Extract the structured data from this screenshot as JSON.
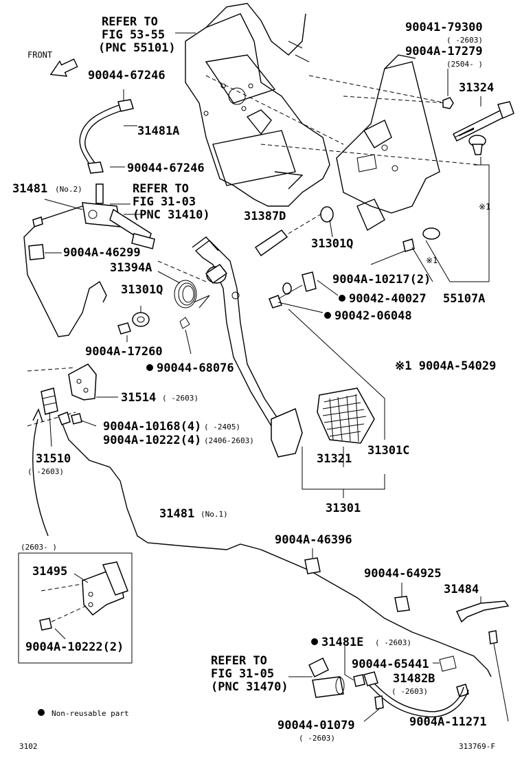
{
  "labels": {
    "refer_5355_1": "REFER TO",
    "refer_5355_2": "FIG 53-55",
    "refer_5355_3": "(PNC 55101)",
    "front": "FRONT",
    "p_90041_79300": "90041-79300",
    "p_90041_79300_r": "(      -2603)",
    "p_9004A_17279": "9004A-17279",
    "p_9004A_17279_r": "(2504-      )",
    "p_90044_67246_a": "90044-67246",
    "p_31481A": "31481A",
    "p_90044_67246_b": "90044-67246",
    "p_31324": "31324",
    "p_31481": "31481",
    "p_31481_no2": "(No.2)",
    "refer_3103_1": "REFER TO",
    "refer_3103_2": "FIG 31-03",
    "refer_3103_3": "(PNC 31410)",
    "p_31387D": "31387D",
    "p_9004A_46299": "9004A-46299",
    "p_31301Q_a": "31301Q",
    "p_kome1_a": "※1",
    "p_kome1_b": "※1",
    "p_31394A": "31394A",
    "p_9004A_10217": "9004A-10217(2)",
    "p_31301Q_b": "31301Q",
    "p_90042_40027": "90042-40027",
    "p_55107A": "55107A",
    "p_90042_06048": "90042-06048",
    "p_9004A_17260": "9004A-17260",
    "p_90044_68076": "90044-68076",
    "p_kome_note": "※1  9004A-54029",
    "p_31514": "31514",
    "p_31514_r": "(      -2603)",
    "p_9004A_10168": "9004A-10168(4)",
    "p_9004A_10168_r": "(      -2405)",
    "p_9004A_10222_4": "9004A-10222(4)",
    "p_9004A_10222_4_r": "(2406-2603)",
    "p_31301C": "31301C",
    "p_31321": "31321",
    "p_31510": "31510",
    "p_31510_r": "(      -2603)",
    "p_31301": "31301",
    "p_31481_b": "31481",
    "p_31481_no1": "(No.1)",
    "box_range": "(2603-      )",
    "p_9004A_46396": "9004A-46396",
    "p_31495": "31495",
    "p_90044_64925": "90044-64925",
    "p_31484": "31484",
    "p_9004A_10222_2": "9004A-10222(2)",
    "p_31481E": "31481E",
    "p_31481E_r": "(      -2603)",
    "refer_3105_1": "REFER TO",
    "refer_3105_2": "FIG 31-05",
    "refer_3105_3": "(PNC 31470)",
    "p_90044_65441": "90044-65441",
    "p_31482B": "31482B",
    "p_31482B_r": "(      -2603)",
    "legend_text": "Non-reusable part",
    "p_90044_01079": "90044-01079",
    "p_90044_01079_r": "(      -2603)",
    "p_9004A_11271": "9004A-11271",
    "footer_left": "3102",
    "footer_right": "313769-F"
  }
}
